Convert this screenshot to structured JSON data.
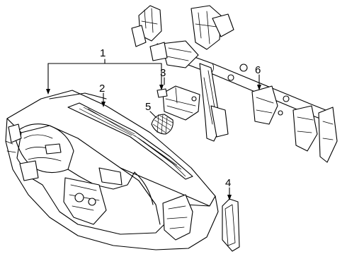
{
  "diagram": {
    "callouts": [
      {
        "id": "1",
        "label": "1"
      },
      {
        "id": "2",
        "label": "2"
      },
      {
        "id": "3",
        "label": "3"
      },
      {
        "id": "4",
        "label": "4"
      },
      {
        "id": "5",
        "label": "5"
      },
      {
        "id": "6",
        "label": "6"
      }
    ],
    "parts": [
      {
        "name": "instrument-panel"
      },
      {
        "name": "top-trim-strip"
      },
      {
        "name": "module-bracket"
      },
      {
        "name": "side-trim-panel"
      },
      {
        "name": "vent-grille"
      },
      {
        "name": "cross-car-beam"
      }
    ]
  }
}
